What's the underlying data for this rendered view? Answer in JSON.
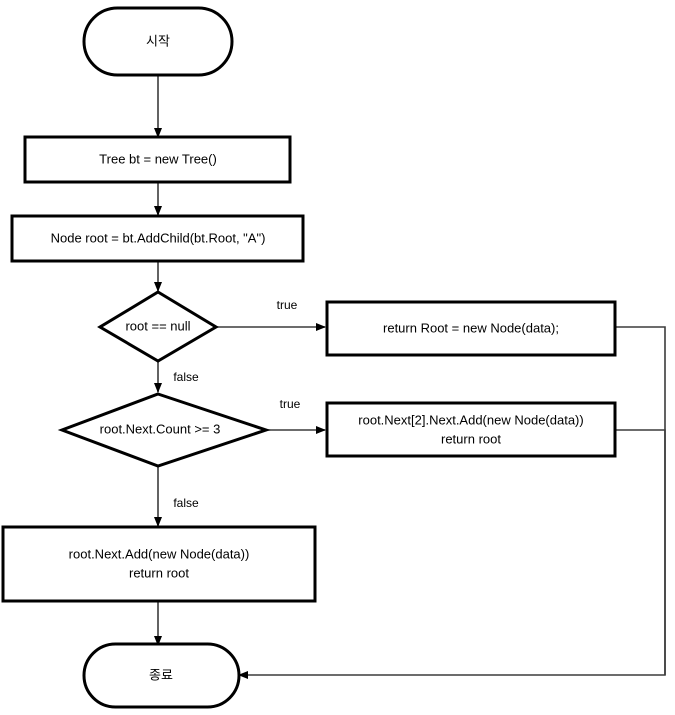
{
  "diagram": {
    "title": "Tree AddChild flowchart",
    "colors": {
      "shape_stroke": "#000000",
      "shape_fill": "#ffffff",
      "connector": "#3c3c3c",
      "text": "#000000",
      "background": "#ffffff"
    },
    "nodes": {
      "start": {
        "label": "시작",
        "type": "terminator"
      },
      "create_tree": {
        "label": "Tree bt = new Tree()",
        "type": "process"
      },
      "add_child": {
        "label": "Node root = bt.AddChild(bt.Root, \"A\")",
        "type": "process"
      },
      "decision_root_null": {
        "label": "root == null",
        "type": "decision"
      },
      "return_new_root": {
        "label": "return Root = new Node(data);",
        "type": "process"
      },
      "decision_count": {
        "label": "root.Next.Count >= 3",
        "type": "decision"
      },
      "add_nested": {
        "line1": "root.Next[2].Next.Add(new Node(data))",
        "line2": "return root",
        "type": "process"
      },
      "add_direct": {
        "line1": "root.Next.Add(new Node(data))",
        "line2": "return root",
        "type": "process"
      },
      "end": {
        "label": "종료",
        "type": "terminator"
      }
    },
    "edges": {
      "root_null_true": "true",
      "root_null_false": "false",
      "count_true": "true",
      "count_false": "false"
    }
  }
}
